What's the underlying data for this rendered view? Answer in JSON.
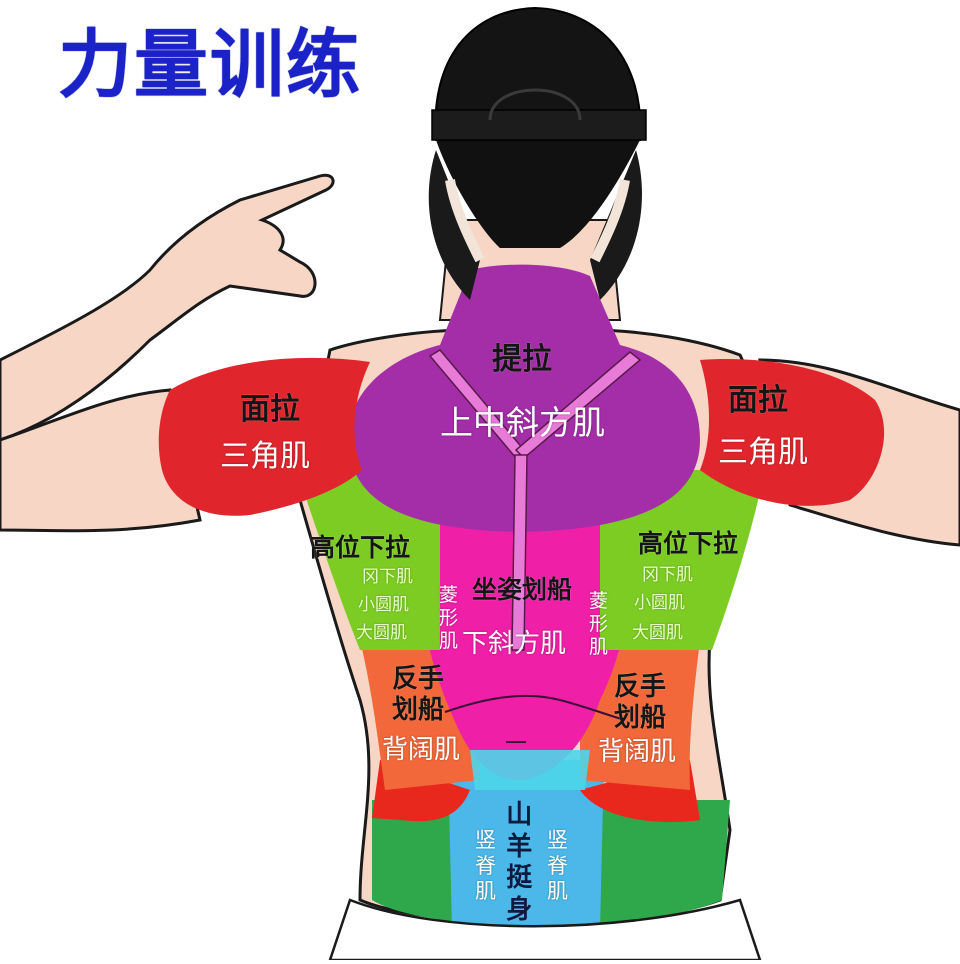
{
  "title": "力量训练",
  "colors": {
    "title": "#1a22c8",
    "trapezius_upper": "#a42ea8",
    "deltoid": "#e0262c",
    "lats_upper_green": "#7ccc24",
    "rhomboid_pink": "#f01fa8",
    "lats_orange": "#f2683a",
    "lower_red": "#e8281c",
    "erector_blue": "#4cb8ea",
    "lower_green": "#2ea84a",
    "skin": "#f7d6c6",
    "hair": "#111111",
    "strap": "#e87ad8"
  },
  "labels": {
    "trap_exercise": "提拉",
    "trap_muscle": "上中斜方肌",
    "left_delt_exercise": "面拉",
    "left_delt_muscle": "三角肌",
    "right_delt_exercise": "面拉",
    "right_delt_muscle": "三角肌",
    "left_pulldown_exercise": "高位下拉",
    "left_pulldown_muscles": [
      "冈下肌",
      "小圆肌",
      "大圆肌"
    ],
    "right_pulldown_exercise": "高位下拉",
    "right_pulldown_muscles": [
      "冈下肌",
      "小圆肌",
      "大圆肌"
    ],
    "row_exercise": "坐姿划船",
    "rhomboid_left": "菱形肌",
    "rhomboid_right": "菱形肌",
    "lower_trap_muscle": "下斜方肌",
    "left_reverse_row_exercise": "反手划船",
    "left_lat_muscle": "背阔肌",
    "right_reverse_row_exercise": "反手划船",
    "right_lat_muscle": "背阔肌",
    "erector_exercise": "山羊挺身",
    "erector_left": "竖脊肌",
    "erector_right": "竖脊肌"
  }
}
